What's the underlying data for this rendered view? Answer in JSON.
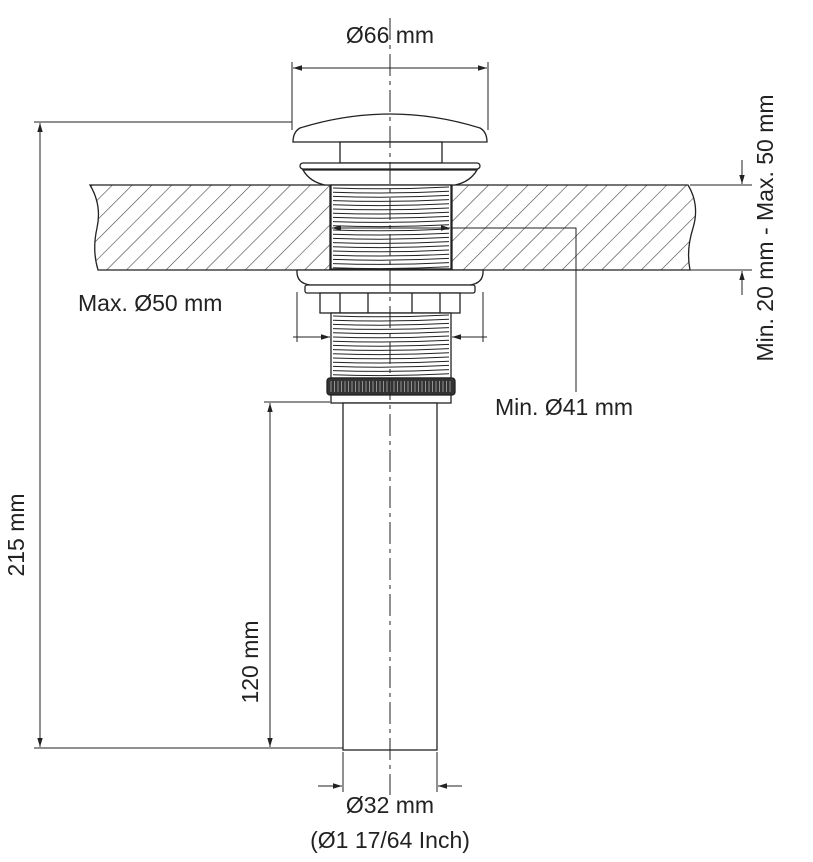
{
  "labels": {
    "top_diameter": "Ø66 mm",
    "counter_thickness": "Min. 20 mm - Max. 50 mm",
    "max_hole": "Max. Ø50 mm",
    "min_hole": "Min. Ø41  mm",
    "total_height": "215 mm",
    "pipe_length": "120 mm",
    "pipe_diameter": "Ø32 mm",
    "pipe_diameter_inch": "(Ø1 17/64 Inch)"
  },
  "colors": {
    "line": "#222222",
    "hatch": "#444444"
  }
}
